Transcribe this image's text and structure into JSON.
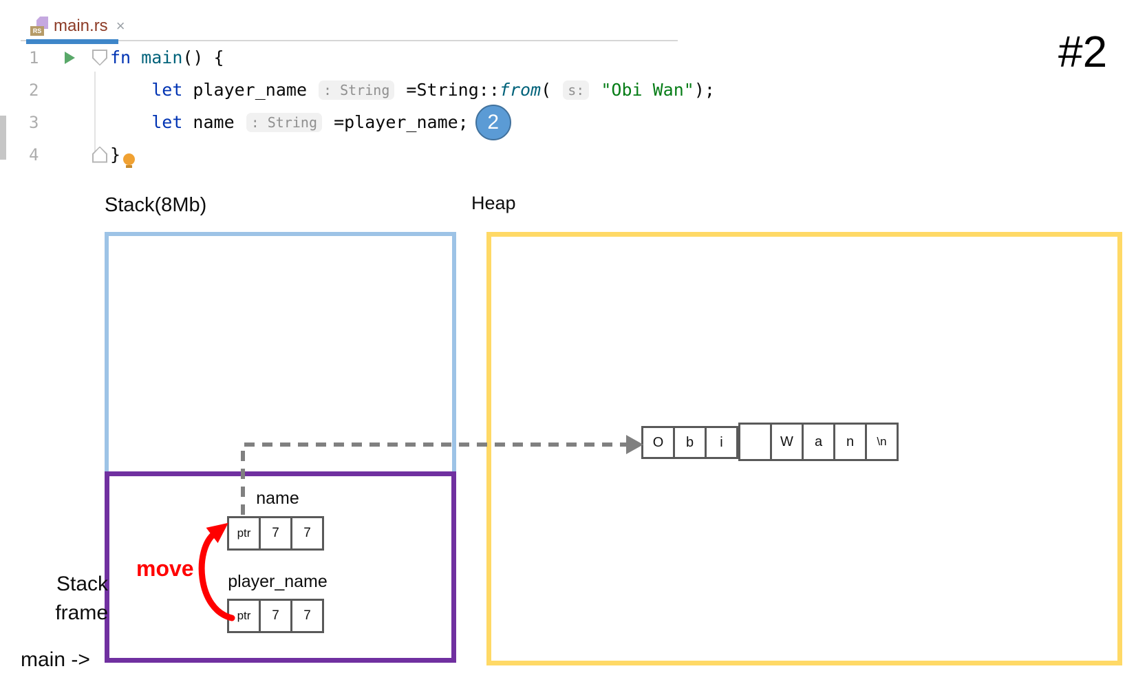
{
  "slide": {
    "number_label": "#2"
  },
  "editor": {
    "tab": {
      "filename": "main.rs",
      "close_label": "×",
      "file_icon_label": "RS"
    },
    "lines": [
      {
        "num": "1"
      },
      {
        "num": "2"
      },
      {
        "num": "3"
      },
      {
        "num": "4"
      }
    ],
    "code": {
      "indent": "    ",
      "l1": {
        "kw": "fn",
        "fn_name": " main",
        "rest": "() {"
      },
      "l2": {
        "kw": "let",
        "var": " player_name ",
        "hint_type": ": String",
        "assign": " =String::",
        "from_fn": "from",
        "paren": "( ",
        "hint_param": "s:",
        "str": " \"Obi Wan\"",
        "close": ");"
      },
      "l3": {
        "kw": "let",
        "var": " name ",
        "hint_type": ": String",
        "rest": " =player_name;"
      },
      "l4": {
        "brace": "}"
      }
    },
    "badge": "2"
  },
  "diagram": {
    "stack_label": "Stack(8Mb)",
    "heap_label": "Heap",
    "stack_frame_label_line1": "Stack",
    "stack_frame_label_line2": "frame",
    "main_label": "main ->",
    "move_label": "move",
    "name_var": {
      "label": "name",
      "cells": [
        "ptr",
        "7",
        "7"
      ]
    },
    "player_var": {
      "label": "player_name",
      "cells": [
        "ptr",
        "7",
        "7"
      ]
    },
    "heap_cells_group1": [
      "O",
      "b",
      "i"
    ],
    "heap_cells_group2": [
      "",
      "W",
      "a",
      "n",
      "\\n"
    ]
  },
  "colors": {
    "stack_border": "#9DC3E6",
    "heap_border": "#FFD966",
    "frame_border": "#7030A0",
    "pointer_arrow_gray": "#808080",
    "move_arrow_red": "#FF0000",
    "badge_blue": "#5B9BD5",
    "active_tab_accent": "#3E86C9",
    "keyword_blue": "#0033B3",
    "string_green": "#067D17",
    "function_teal": "#00627A"
  }
}
